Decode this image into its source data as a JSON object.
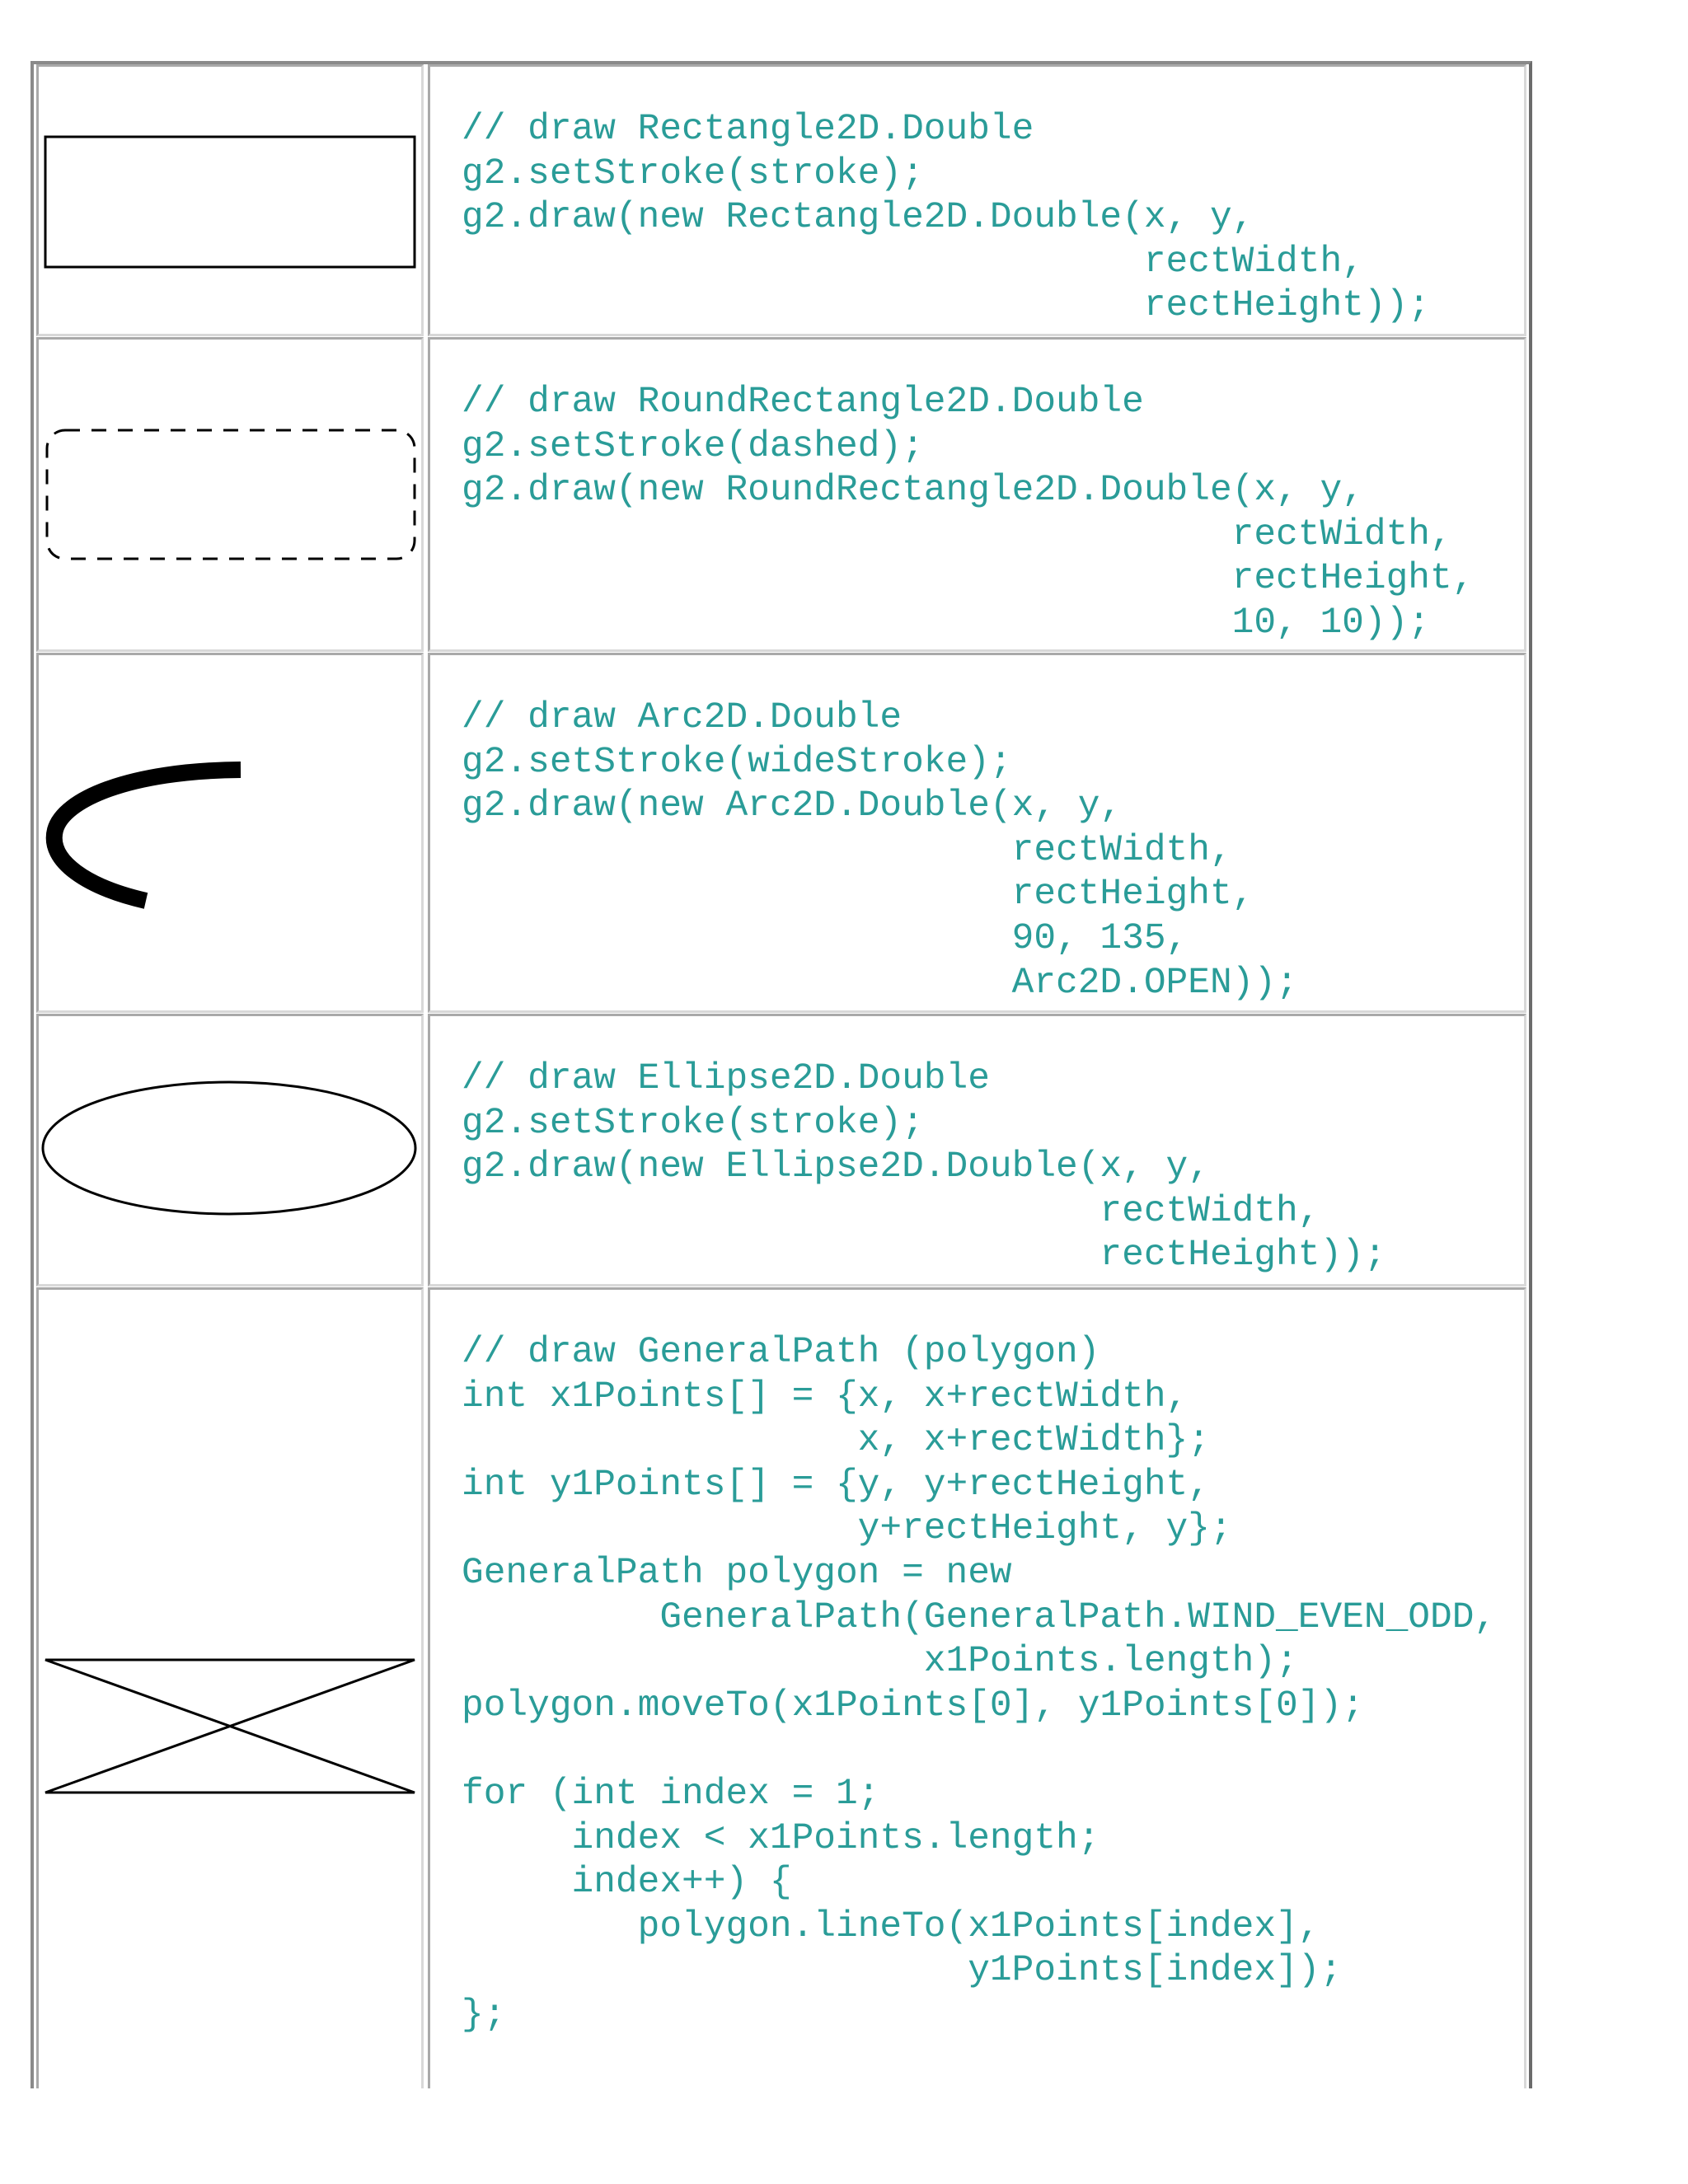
{
  "rows": [
    {
      "figure": "rectangle-figure",
      "code": "// draw Rectangle2D.Double\ng2.setStroke(stroke);\ng2.draw(new Rectangle2D.Double(x, y,\n                               rectWidth,\n                               rectHeight));"
    },
    {
      "figure": "dashed-round-rectangle-figure",
      "code": "// draw RoundRectangle2D.Double\ng2.setStroke(dashed);\ng2.draw(new RoundRectangle2D.Double(x, y,\n                                   rectWidth,\n                                   rectHeight,\n                                   10, 10));"
    },
    {
      "figure": "arc-figure",
      "code": "// draw Arc2D.Double\ng2.setStroke(wideStroke);\ng2.draw(new Arc2D.Double(x, y,\n                         rectWidth,\n                         rectHeight,\n                         90, 135,\n                         Arc2D.OPEN));"
    },
    {
      "figure": "ellipse-figure",
      "code": "// draw Ellipse2D.Double\ng2.setStroke(stroke);\ng2.draw(new Ellipse2D.Double(x, y,\n                             rectWidth,\n                             rectHeight));"
    },
    {
      "figure": "polygon-hourglass-figure",
      "code": "// draw GeneralPath (polygon)\nint x1Points[] = {x, x+rectWidth,\n                  x, x+rectWidth};\nint y1Points[] = {y, y+rectHeight,\n                  y+rectHeight, y};\nGeneralPath polygon = new\n         GeneralPath(GeneralPath.WIND_EVEN_ODD,\n                     x1Points.length);\npolygon.moveTo(x1Points[0], y1Points[0]);\n\nfor (int index = 1;\n     index < x1Points.length;\n     index++) {\n        polygon.lineTo(x1Points[index],\n                       y1Points[index]);\n};"
    }
  ],
  "colors": {
    "code_text": "#2a9c98",
    "drawing_stroke": "#000000",
    "table_border": "#8a8a8a"
  }
}
